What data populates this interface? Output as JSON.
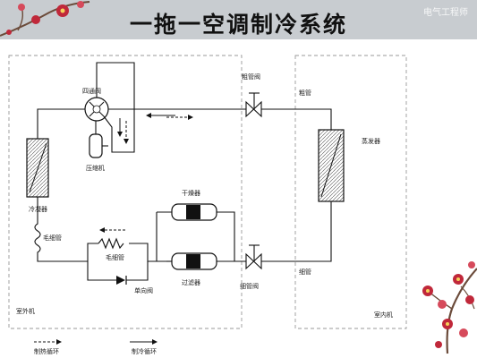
{
  "title": "一拖一空调制冷系统",
  "watermark": "电气工程师",
  "labels": {
    "four_way_valve": "四通阀",
    "compressor": "压缩机",
    "condenser": "冷凝器",
    "capillary_tube_left": "毛细管",
    "capillary_tube_mid": "毛细管",
    "check_valve": "单向阀",
    "dryer": "干燥器",
    "filter": "过滤器",
    "thick_valve": "粗管阀",
    "thick_pipe": "粗管",
    "thin_valve": "细管阀",
    "thin_pipe": "细管",
    "evaporator": "蒸发器",
    "outdoor_unit": "室外机",
    "indoor_unit": "室内机"
  },
  "legend": {
    "heating": "制热循环",
    "cooling": "制冷循环"
  },
  "colors": {
    "title_band": "#c8ccd0",
    "blossom": "#c0283a",
    "branch": "#6b4b3a"
  }
}
